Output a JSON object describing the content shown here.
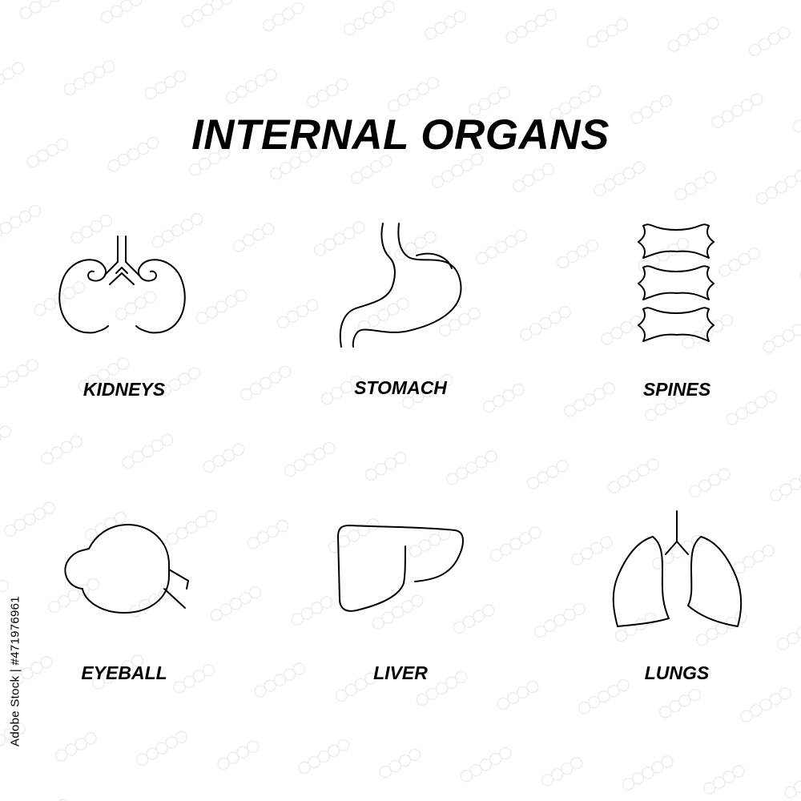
{
  "title": "INTERNAL ORGANS",
  "organs": [
    {
      "label": "KIDNEYS",
      "icon": "kidneys-icon"
    },
    {
      "label": "STOMACH",
      "icon": "stomach-icon"
    },
    {
      "label": "SPINES",
      "icon": "spine-icon"
    },
    {
      "label": "EYEBALL",
      "icon": "eyeball-icon"
    },
    {
      "label": "LIVER",
      "icon": "liver-icon"
    },
    {
      "label": "LUNGS",
      "icon": "lungs-icon"
    }
  ],
  "stock_id": "Adobe Stock | #471976961",
  "colors": {
    "background": "#ffffff",
    "ink": "#000000",
    "watermark": "#e6e6e6"
  }
}
